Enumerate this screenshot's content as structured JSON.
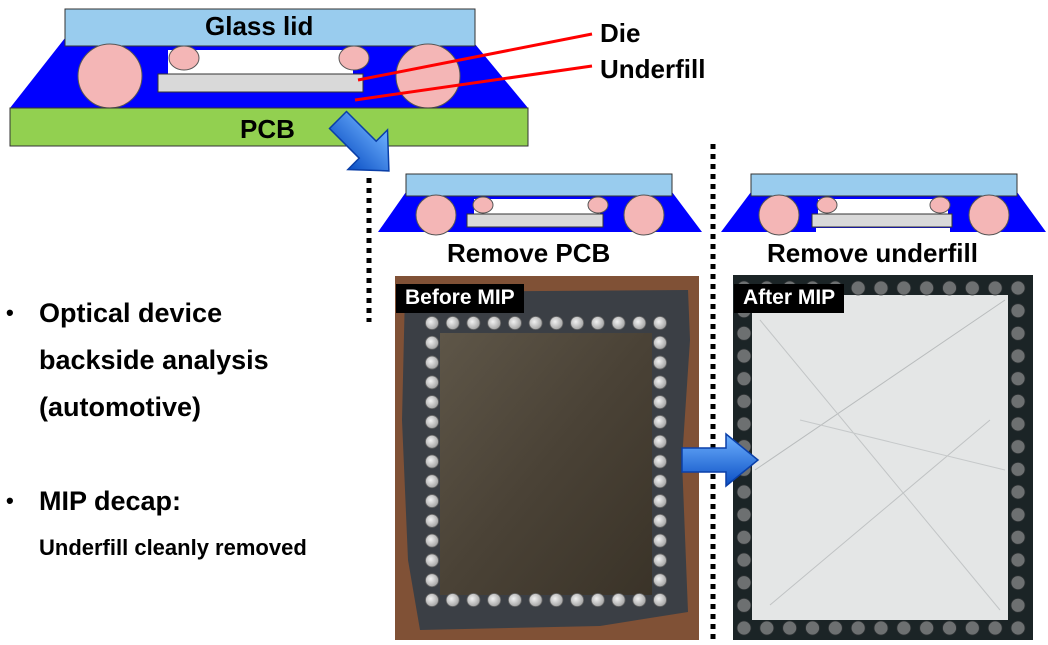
{
  "diagram": {
    "glass_lid_label": "Glass lid",
    "die_label": "Die",
    "underfill_label": "Underfill",
    "pcb_label": "PCB",
    "step1_label": "Remove PCB",
    "step2_label": "Remove underfill"
  },
  "photos": {
    "before_label": "Before MIP",
    "after_label": "After MIP"
  },
  "bullets": {
    "item1_line1": "Optical device",
    "item1_line2": "backside analysis",
    "item1_line3": "(automotive)",
    "item2_line1": "MIP decap:",
    "item2_line2": "Underfill cleanly removed",
    "marker": "•"
  },
  "colors": {
    "mold_blue": "#0000ff",
    "glass_cyan": "#99ccee",
    "pcb_green": "#92d050",
    "ball_pink": "#f4b6b6",
    "die_gray": "#d9d9d9",
    "leader_red": "#ff0000",
    "arrow_blue": "#1f6fe0"
  }
}
